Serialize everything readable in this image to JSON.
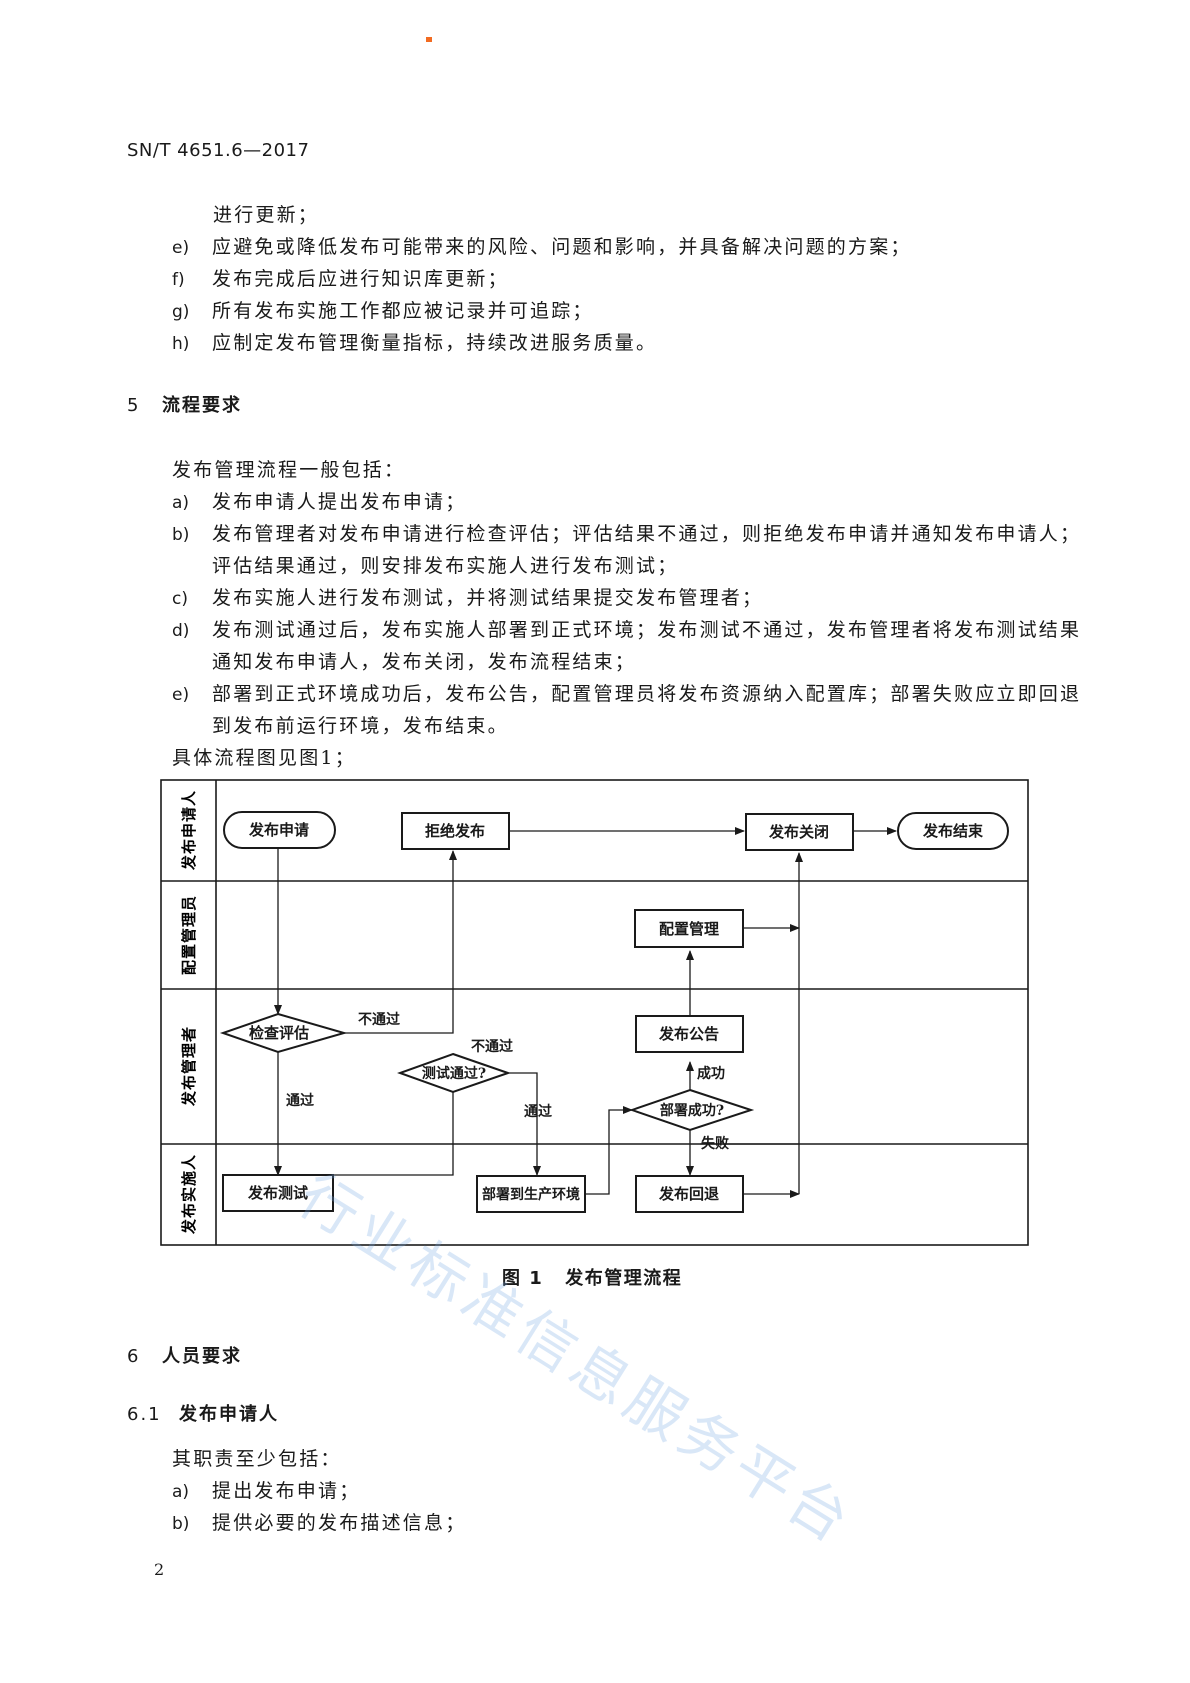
{
  "header": {
    "doc_code": "SN/T 4651.6—2017"
  },
  "section4_cont": {
    "lead": "进行更新；",
    "items": [
      {
        "label": "e)",
        "text": "应避免或降低发布可能带来的风险、问题和影响，并具备解决问题的方案；"
      },
      {
        "label": "f)",
        "text": "发布完成后应进行知识库更新；"
      },
      {
        "label": "g)",
        "text": "所有发布实施工作都应被记录并可追踪；"
      },
      {
        "label": "h)",
        "text": "应制定发布管理衡量指标，持续改进服务质量。"
      }
    ]
  },
  "section5": {
    "number": "5",
    "title": "流程要求",
    "intro": "发布管理流程一般包括：",
    "items": [
      {
        "label": "a)",
        "lines": [
          "发布申请人提出发布申请；"
        ]
      },
      {
        "label": "b)",
        "lines": [
          "发布管理者对发布申请进行检查评估；评估结果不通过，则拒绝发布申请并通知发布申请人；",
          "评估结果通过，则安排发布实施人进行发布测试；"
        ]
      },
      {
        "label": "c)",
        "lines": [
          "发布实施人进行发布测试，并将测试结果提交发布管理者；"
        ]
      },
      {
        "label": "d)",
        "lines": [
          "发布测试通过后，发布实施人部署到正式环境；发布测试不通过，发布管理者将发布测试结果",
          "通知发布申请人，发布关闭，发布流程结束；"
        ]
      },
      {
        "label": "e)",
        "lines": [
          "部署到正式环境成功后，发布公告，配置管理员将发布资源纳入配置库；部署失败应立即回退",
          "到发布前运行环境，发布结束。"
        ]
      }
    ],
    "outro": "具体流程图见图1；"
  },
  "flowchart": {
    "lanes": [
      "发布申请人",
      "配置管理员",
      "发布管理者",
      "发布实施人"
    ],
    "nodes": {
      "apply": "发布申请",
      "reject": "拒绝发布",
      "close": "发布关闭",
      "end": "发布结束",
      "config": "配置管理",
      "assess": "检查评估",
      "test_pass": "测试通过?",
      "announce": "发布公告",
      "deploy_ok": "部署成功?",
      "test": "发布测试",
      "deploy": "部署到生产环境",
      "rollback": "发布回退"
    },
    "edge_labels": {
      "assess_fail": "不通过",
      "assess_pass": "通过",
      "test_fail": "不通过",
      "test_pass": "通过",
      "deploy_success": "成功",
      "deploy_fail": "失败"
    }
  },
  "figure": {
    "number": "图 1",
    "caption": "发布管理流程"
  },
  "section6": {
    "number": "6",
    "title": "人员要求",
    "sub": {
      "number": "6.1",
      "title": "发布申请人",
      "intro": "其职责至少包括：",
      "items": [
        {
          "label": "a)",
          "text": "提出发布申请；"
        },
        {
          "label": "b)",
          "text": "提供必要的发布描述信息；"
        }
      ]
    }
  },
  "footer": {
    "page_number": "2"
  },
  "watermark": "行业标准信息服务平台",
  "colors": {
    "accent_mark": "#f26b21",
    "watermark": "#9cc2ec",
    "ink": "#1a1a1a"
  }
}
